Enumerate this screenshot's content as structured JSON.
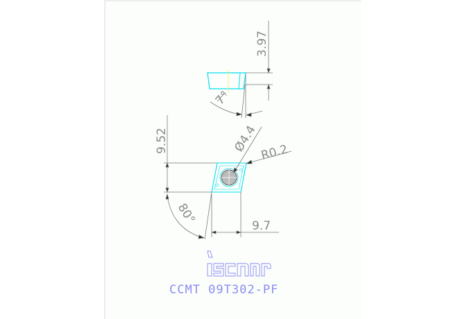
{
  "drawing": {
    "dimensions": {
      "thickness": "3.97",
      "clearance_angle": "7°",
      "inscribed_circle": "9.52",
      "hole_diameter": "Ø4.4",
      "corner_radius": "R0.2",
      "corner_angle": "80°",
      "edge_length": "9.7"
    },
    "logo": "iscar",
    "part_number": "CCMT 09T302-PF"
  },
  "colors": {
    "insert": "#00e5f5",
    "dim_lines": "#808080",
    "title": "#8c8cf0",
    "sheet_bg": "#fbfefb"
  }
}
